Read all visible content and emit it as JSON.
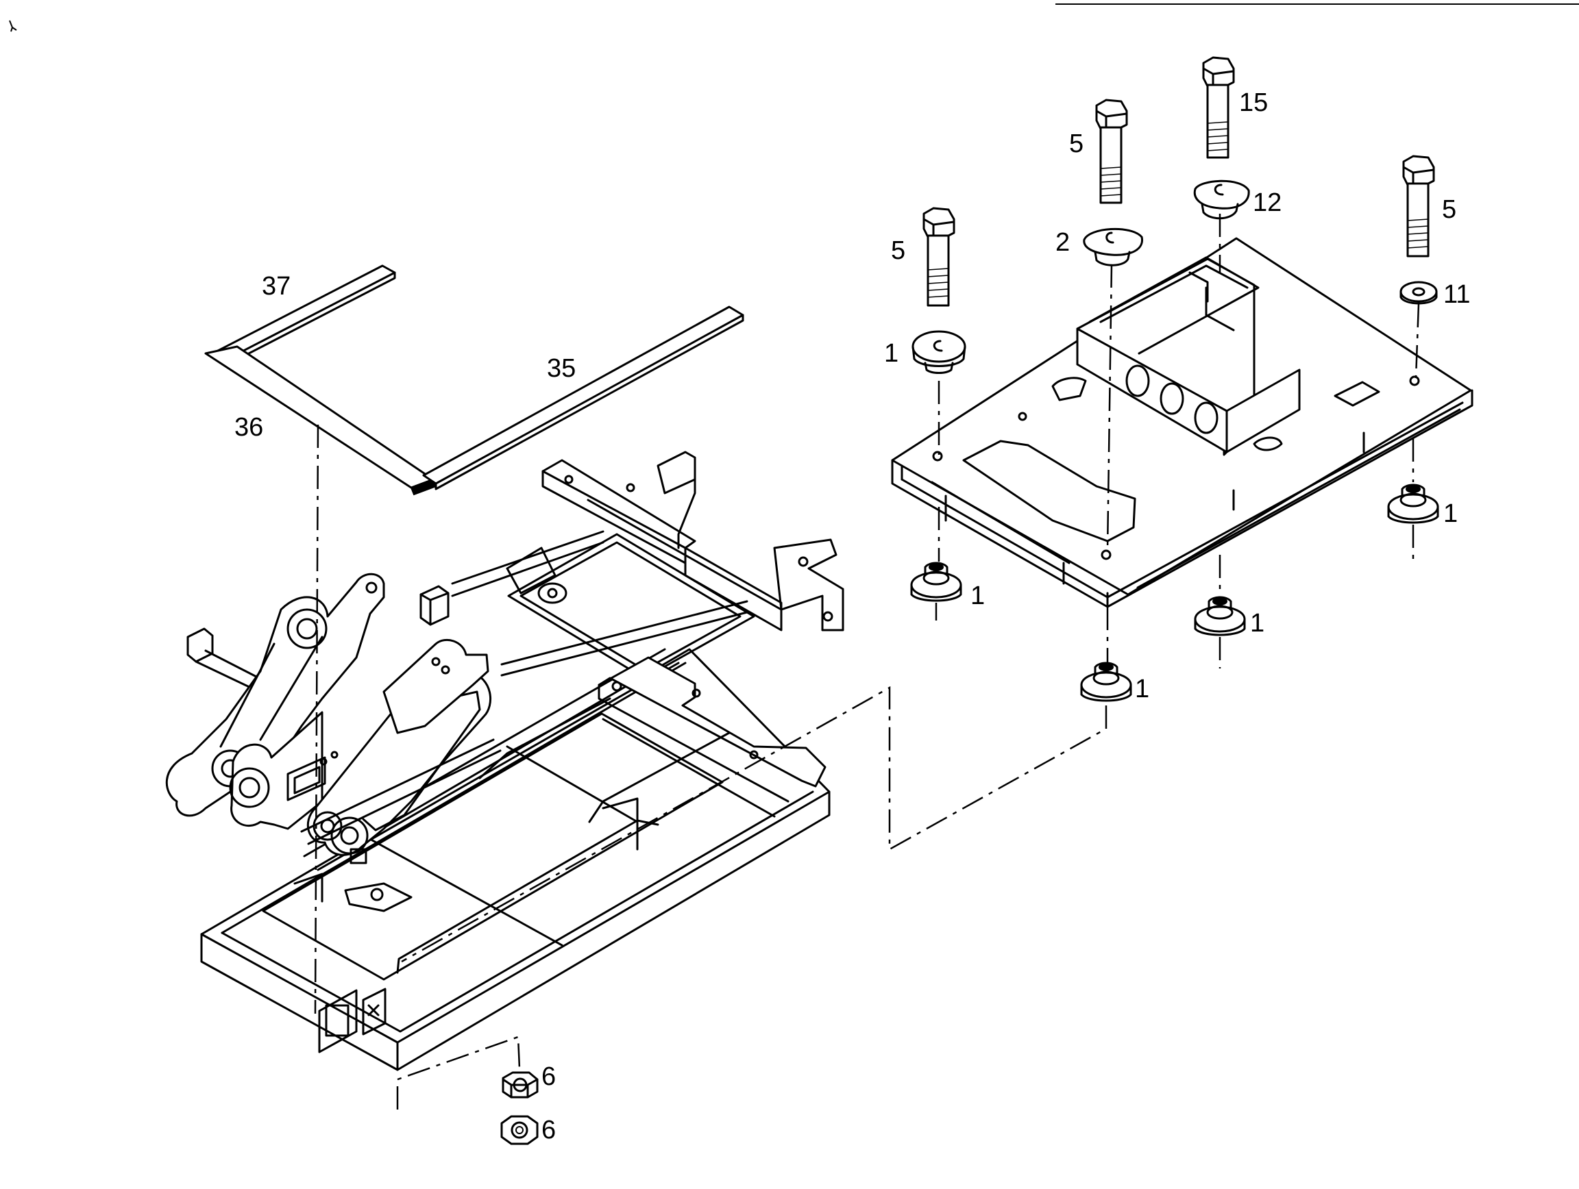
{
  "diagram": {
    "callouts": {
      "c37": "37",
      "c35": "35",
      "c36": "36",
      "c5a": "5",
      "c5b": "5",
      "c5c": "5",
      "c15": "15",
      "c12": "12",
      "c2": "2",
      "c11": "11",
      "c1a": "1",
      "c1b": "1",
      "c1c": "1",
      "c1d": "1",
      "c1e": "1",
      "c6a": "6",
      "c6b": "6"
    }
  }
}
